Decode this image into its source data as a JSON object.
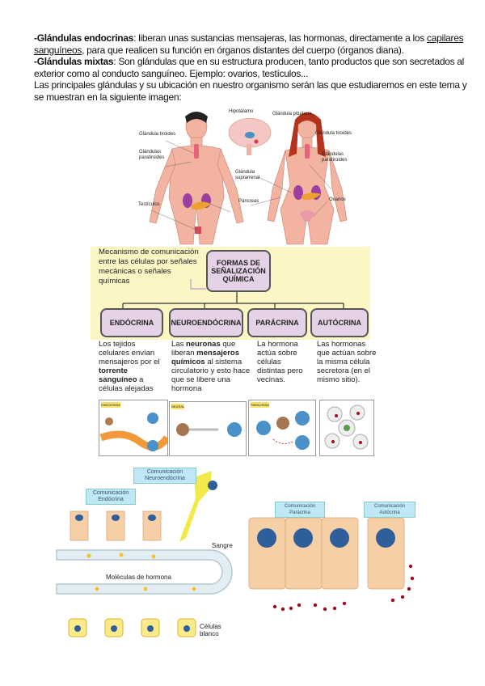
{
  "text": {
    "p1_bold": "-Glándulas endocrinas",
    "p1_a": ": liberan unas sustancias mensajeras, las hormonas, directamente a los",
    "p1_link": "capilares sanguíneos",
    "p1_b": ", para que realicen su función en órganos distantes del cuerpo (órganos diana).",
    "p2_bold": "-Glándulas mixtas",
    "p2_a": ": Son glándulas que en su estructura producen, tanto productos que son secretados al exterior como al conducto sanguíneo. Ejemplo: ovarios, testículos...",
    "p3": "Las principales glándulas y su ubicación en nuestro organismo serán las que estudiaremos en este tema y se muestran en la siguiente imagen:"
  },
  "figure1": {
    "labels": [
      "Hipotálamo",
      "Glándula pituitaria",
      "Glándula tiroides",
      "Glándulas paratiroides",
      "Glándula tiroides",
      "Glándulas paratiroides",
      "Glándula suprarrenal",
      "Páncreas",
      "Testículos",
      "Ovarios"
    ]
  },
  "figure2": {
    "intro": "Mecanismo de comunicación entre las células por señales mecánicas o señales químicas",
    "root": "FORMAS DE SEÑALIZACIÓN QUÍMICA",
    "types": [
      {
        "name": "ENDÓCRINA",
        "desc_pre": "Los tejidos celulares envían mensajeros por el ",
        "desc_bold": "torrente sanguíneo",
        "desc_post": " a células alejadas"
      },
      {
        "name": "NEUROENDÓCRINA",
        "desc_pre": "Las ",
        "desc_bold": "neuronas",
        "desc_mid": " que liberan ",
        "desc_bold2": "mensajeros químicos",
        "desc_post": " al sistema circulatorio y esto hace que se libere una hormona"
      },
      {
        "name": "PARÁCRINA",
        "desc_pre": "La hormona actúa sobre células distintas pero vecinas."
      },
      {
        "name": "AUTÓCRINA",
        "desc_pre": "Las hormonas que actúan sobre la misma célula secretora (en el mismo sitio)."
      }
    ],
    "thumb_tags": [
      "ENDOCRINA",
      "NEURAL",
      "PARACRINA"
    ]
  },
  "figure3": {
    "neuro_tag": "Comunicación Neuroendócrina",
    "endo_tag": "Comunicación Endócrina",
    "blood": "Sangre",
    "molecules": "Moléculas de hormona",
    "targets": "Células blanco",
    "para_tag": "Comunicación Parácrina",
    "auto_tag": "Comunicación Autócrina"
  },
  "colors": {
    "diagram_bg": "#fbf6c4",
    "box_fill": "#e6d2e6",
    "skin": "#f2b3a0",
    "cell": "#f7cfa6",
    "nucleus": "#2f5f9a",
    "vessel": "#e3eef4",
    "dot_red": "#9b1020"
  }
}
